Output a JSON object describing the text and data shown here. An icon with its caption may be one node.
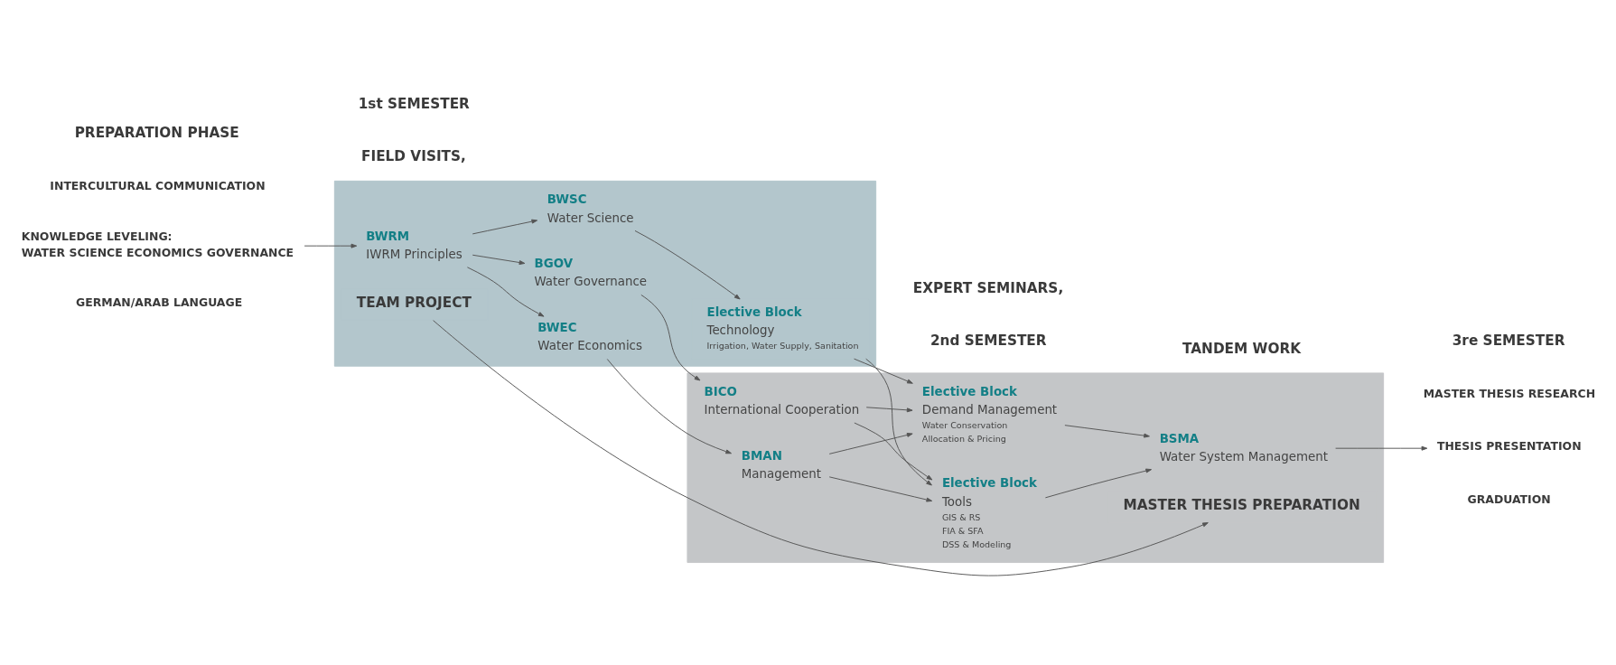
{
  "diagram": {
    "nodes": [
      {
        "text": [
          "INTERCULTURAL COMMUNICATION"
        ]
      },
      {
        "text": [
          "KNOWLEDGE LEVELING:",
          "WATER SCIENCE ECONOMICS GOVERNANCE"
        ]
      },
      {
        "text": [
          "GERMAN/ARAB LANGUAGE"
        ]
      },
      {
        "text": [],
        "shape": "box"
      },
      {
        "text": [
          "BWRM",
          "IWRM Principles"
        ],
        "in": 3
      },
      {
        "text": [
          "BGOV",
          "Water Governance"
        ],
        "in": 3
      },
      {
        "text": [
          "BWEC",
          "Water Economics"
        ],
        "in": 3
      },
      {
        "text": [
          "BWSC",
          "Water Science"
        ],
        "in": 3
      },
      {
        "text": [
          "Elective Block",
          "Technology",
          "Irrigation, Water Supply, Sanitation"
        ],
        "in": 3
      },
      {
        "text": [
          "TEAM PROJECT"
        ],
        "in": 3
      },
      {
        "text": [],
        "shape": "box"
      },
      {
        "text": [
          "BICO",
          "International Cooperation"
        ],
        "in": 10
      },
      {
        "text": [
          "BMAN",
          "Management"
        ],
        "in": 10
      },
      {
        "text": [
          "Elective Block",
          "Demand Management",
          "Water Conservation",
          "Allocation & Pricing"
        ],
        "in": 10
      },
      {
        "text": [
          "Elective Block",
          "Tools",
          "GIS & RS",
          "FIA & SFA",
          "DSS & Modeling"
        ],
        "in": 10
      },
      {
        "text": [
          "BSMA",
          "Water System Management"
        ],
        "in": 10
      },
      {
        "text": [
          "MASTER THESIS PREPARATION"
        ],
        "in": 10
      },
      {
        "text": [
          "MASTER THESIS RESEARCH"
        ]
      },
      {
        "text": [
          "THESIS PRESENTATION"
        ]
      },
      {
        "text": [
          "GRADUATION"
        ]
      }
    ],
    "edges": [
      {
        "from": 1,
        "to": 4,
        "arrow": "to"
      },
      {
        "from": 4,
        "to": 5,
        "arrow": "to"
      },
      {
        "from": 4,
        "to": 6,
        "arrow": "to"
      },
      {
        "from": 4,
        "to": 7,
        "arrow": "to"
      },
      {
        "from": 5,
        "to": 11,
        "arrow": "to"
      },
      {
        "from": 6,
        "to": 12,
        "arrow": "to"
      },
      {
        "from": 7,
        "to": 8,
        "arrow": "to"
      },
      {
        "from": 11,
        "to": 13,
        "arrow": "to"
      },
      {
        "from": 11,
        "to": 14,
        "arrow": "to"
      },
      {
        "from": 12,
        "to": 13,
        "arrow": "to"
      },
      {
        "from": 12,
        "to": 14,
        "arrow": "to"
      },
      {
        "from": 8,
        "to": 13,
        "arrow": "to"
      },
      {
        "from": 8,
        "to": 14,
        "arrow": "to"
      },
      {
        "from": 13,
        "to": 15,
        "arrow": "to"
      },
      {
        "from": 14,
        "to": 15,
        "arrow": "to"
      },
      {
        "from": 15,
        "to": 18,
        "arrow": "to"
      },
      {
        "from": 9,
        "to": 16,
        "arrow": "to"
      }
    ],
    "labels": [
      "PREPARATION PHASE",
      "1st SEMESTER",
      "2nd SEMESTER",
      "3re SEMESTER",
      "FIELD VISITS,",
      "EXPERT SEMINARS,",
      "TANDEM WORK"
    ]
  }
}
